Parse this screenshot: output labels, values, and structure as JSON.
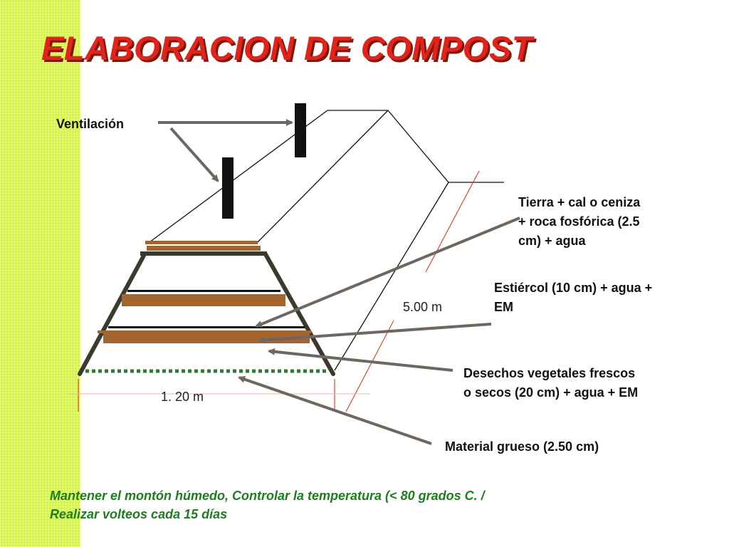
{
  "title": "ELABORACION DE COMPOST",
  "labels": {
    "ventilacion": "Ventilación",
    "tierra_lines": [
      "Tierra + cal o ceniza",
      "+ roca fosfórica (2.5",
      "cm) + agua"
    ],
    "estiercol_lines": [
      "Estiércol (10 cm) + agua +",
      "EM"
    ],
    "desechos_lines": [
      "Desechos vegetales frescos",
      "o secos (20 cm) + agua + EM"
    ],
    "material_grueso": "Material grueso (2.50 cm)"
  },
  "dimensions": {
    "length": "5.00  m",
    "width": "1. 20 m"
  },
  "note_lines": [
    "Mantener el montón húmedo,  Controlar la temperatura  (< 80 grados C. /",
    "Realizar volteos cada 15 días"
  ],
  "colors": {
    "title": "#e2231a",
    "title_shadow": "#7a1a10",
    "side_band": "#d4f53c",
    "layer_brown": "#a5652f",
    "frame_dark": "#3a3a2e",
    "base_green": "#2e7d32",
    "leader_arrow": "#6f675f",
    "dimension_red": "#d84a2a",
    "note_green": "#1e7d1e"
  }
}
